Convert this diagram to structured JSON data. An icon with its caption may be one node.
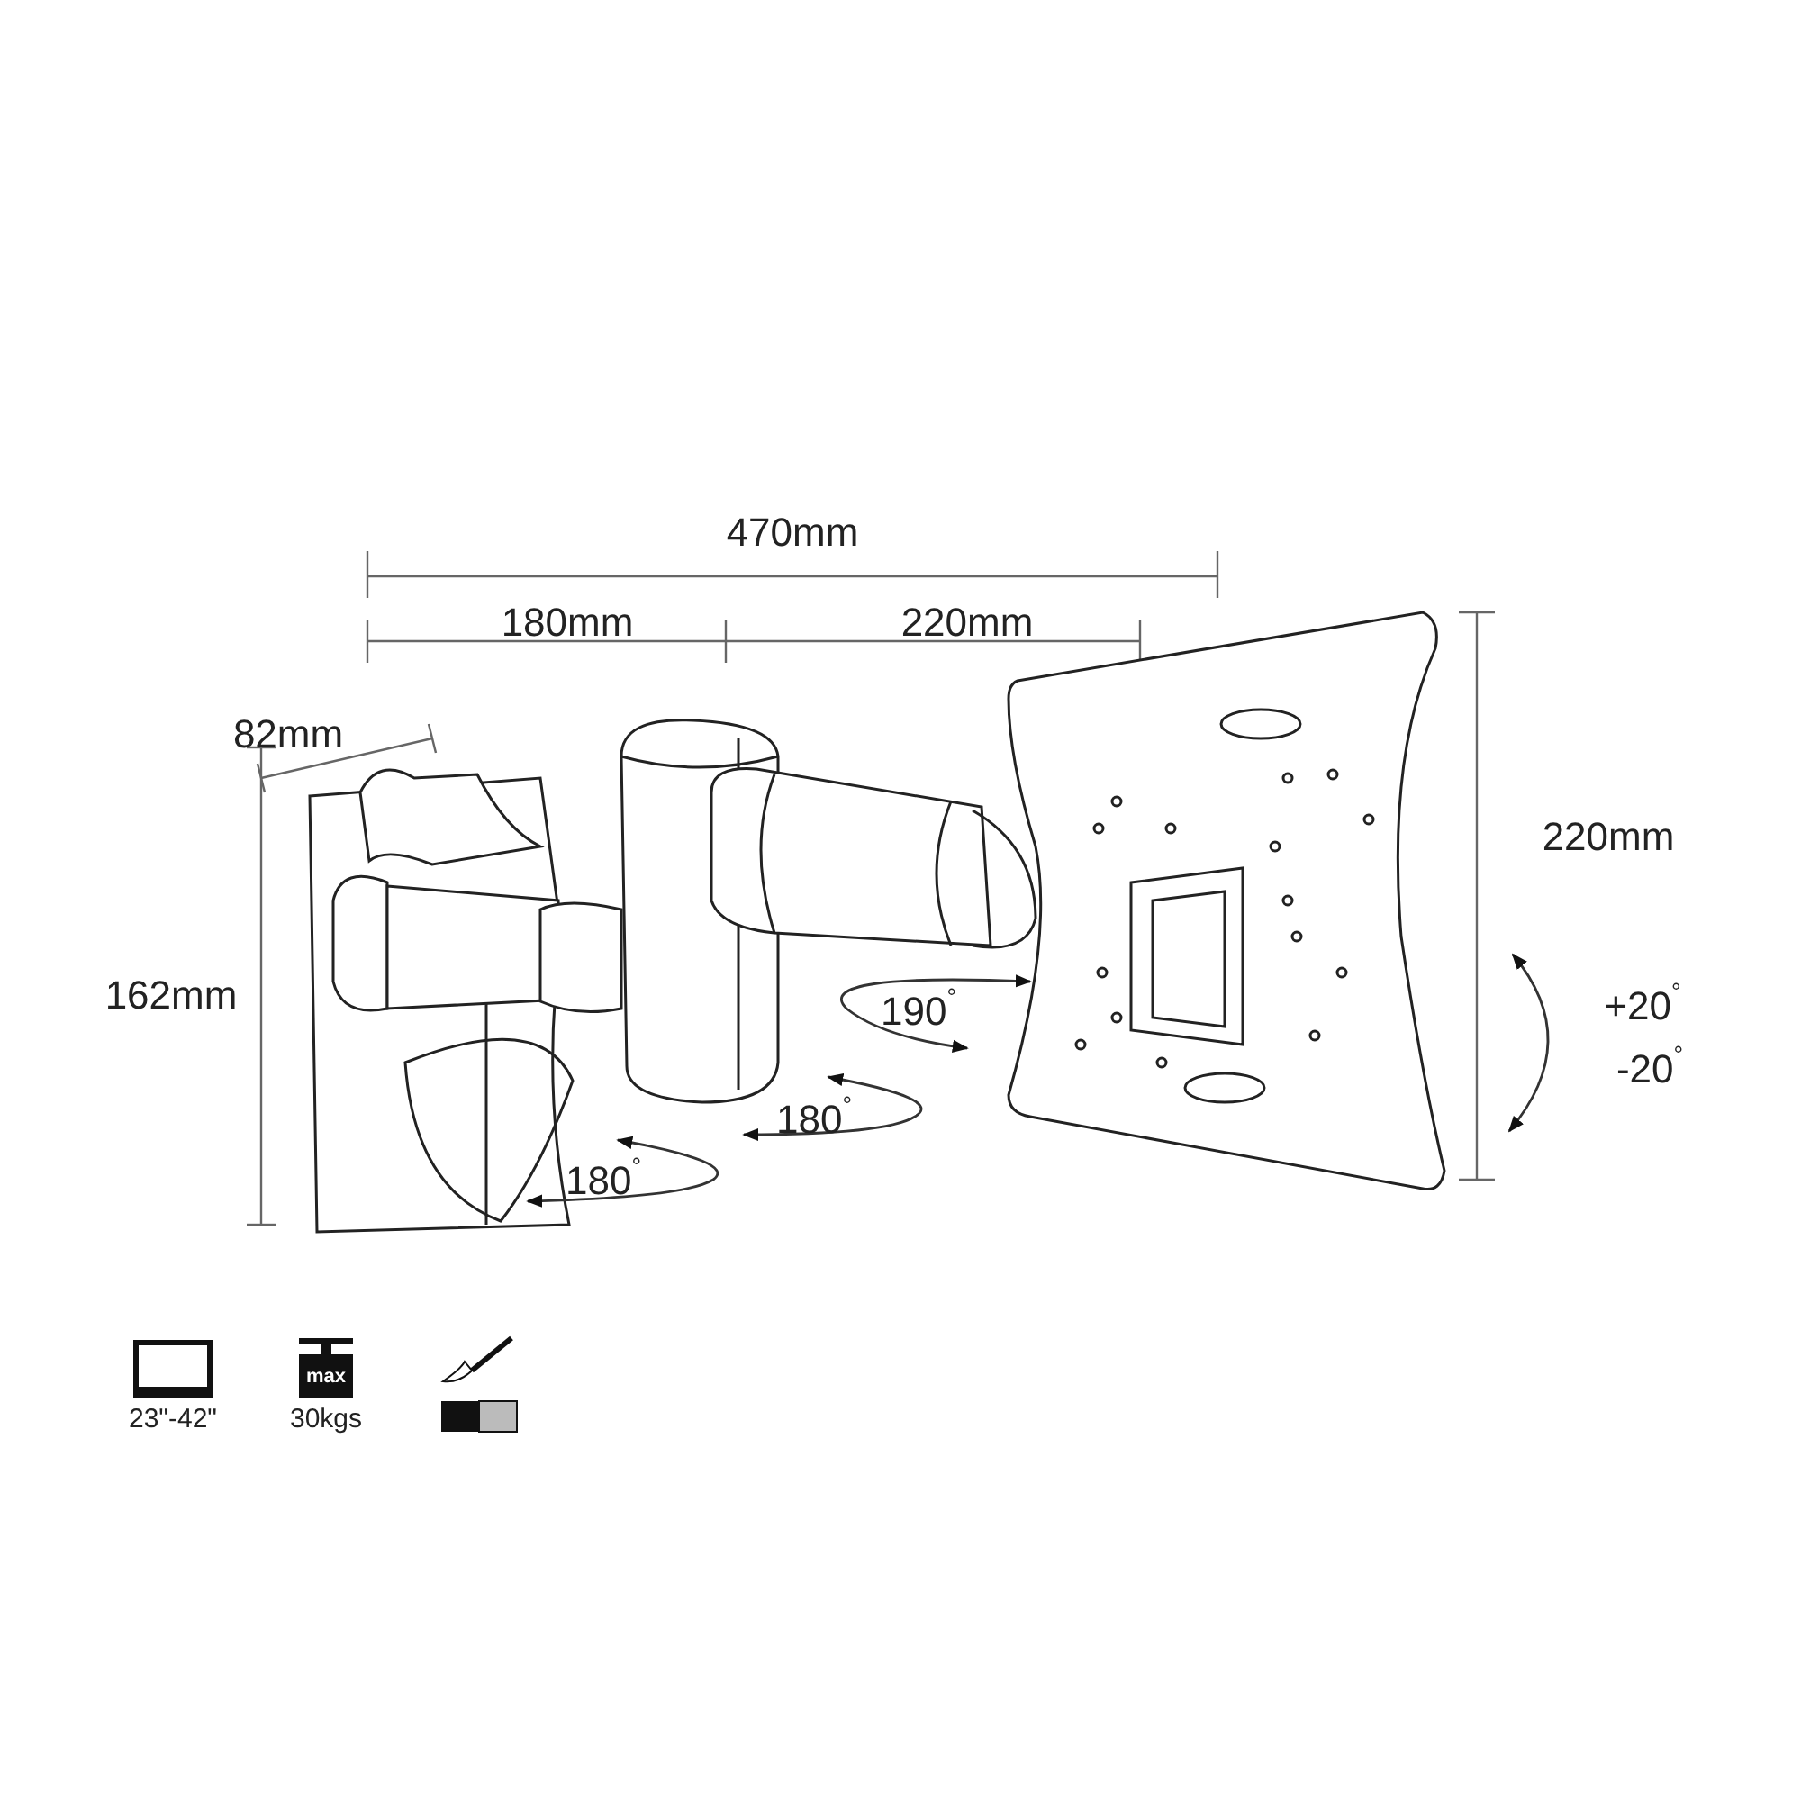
{
  "diagram": {
    "labels": [
      "470mm",
      "180mm",
      "220mm",
      "82mm",
      "220mm",
      "162mm",
      "190$^{°}$",
      "+20$^{°}$",
      "-20$^{°}$",
      "180$^{°}$",
      "180$^{°}$",
      "max",
      "23\"-42\"",
      "30kgs"
    ]
  }
}
